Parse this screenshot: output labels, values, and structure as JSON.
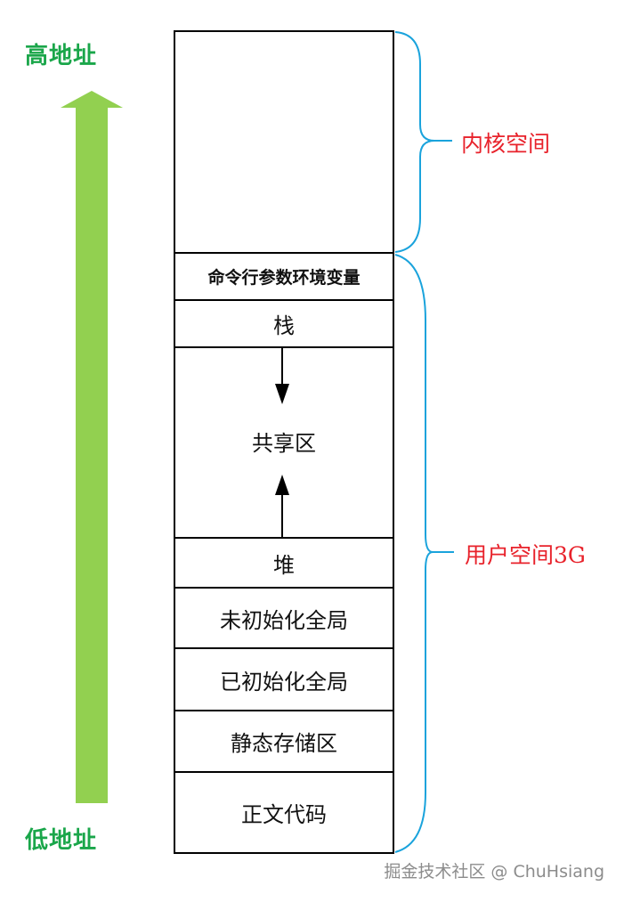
{
  "address_axis": {
    "high_label": "高地址",
    "low_label": "低地址"
  },
  "braces": {
    "kernel_label": "内核空间",
    "user_label": "用户空间3G"
  },
  "segments": [
    {
      "key": "kernel",
      "label": ""
    },
    {
      "key": "cmdline",
      "label": "命令行参数环境变量"
    },
    {
      "key": "stack",
      "label": "栈"
    },
    {
      "key": "shared",
      "label": "共享区"
    },
    {
      "key": "heap",
      "label": "堆"
    },
    {
      "key": "bss",
      "label": "未初始化全局"
    },
    {
      "key": "data",
      "label": "已初始化全局"
    },
    {
      "key": "static",
      "label": "静态存储区"
    },
    {
      "key": "text",
      "label": "正文代码"
    }
  ],
  "watermark": "掘金技术社区 @ ChuHsiang",
  "colors": {
    "arrow_green": "#92d050",
    "label_green": "#1aa64a",
    "brace_blue": "#1aa3dc",
    "label_red": "#e8222b",
    "outline": "#000000"
  }
}
